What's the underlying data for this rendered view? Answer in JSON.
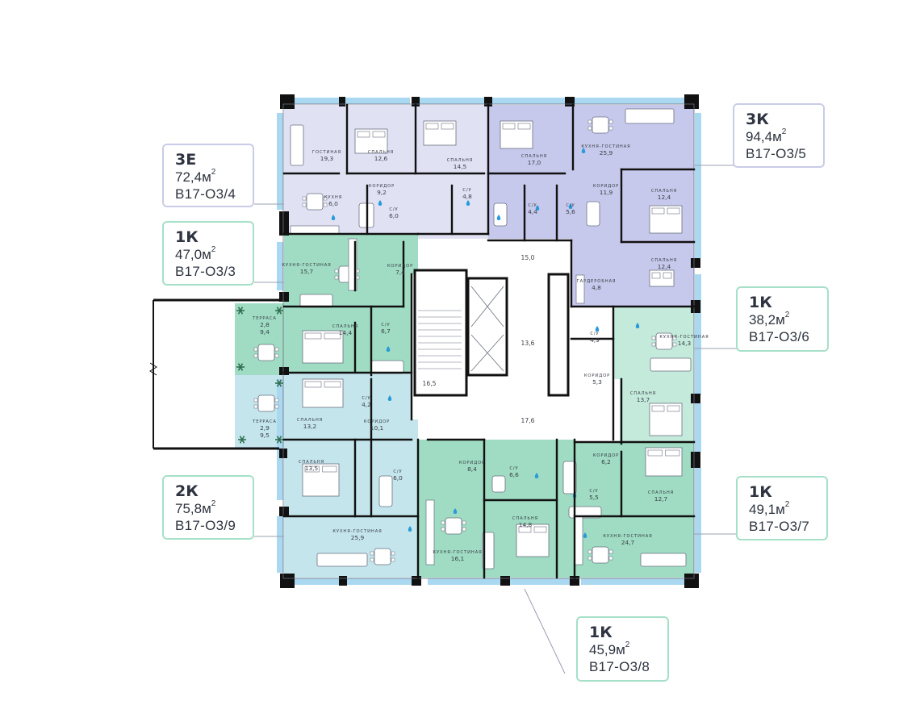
{
  "apartments": [
    {
      "id": "3e",
      "type": "3Е",
      "area": "72,4",
      "unit": "м",
      "unit_sup": "2",
      "code": "В17-О3/4",
      "color": "#e0e2f4"
    },
    {
      "id": "3k",
      "type": "3К",
      "area": "94,4",
      "unit": "м",
      "unit_sup": "2",
      "code": "В17-О3/5",
      "color": "#c7c9ec"
    },
    {
      "id": "1k-3",
      "type": "1К",
      "area": "47,0",
      "unit": "м",
      "unit_sup": "2",
      "code": "В17-О3/3",
      "color": "#9fdcc3"
    },
    {
      "id": "1k-6",
      "type": "1К",
      "area": "38,2",
      "unit": "м",
      "unit_sup": "2",
      "code": "В17-О3/6",
      "color": "#c3eadb"
    },
    {
      "id": "2k",
      "type": "2К",
      "area": "75,8",
      "unit": "м",
      "unit_sup": "2",
      "code": "В17-О3/9",
      "color": "#c4e5ec"
    },
    {
      "id": "1k-7",
      "type": "1К",
      "area": "49,1",
      "unit": "м",
      "unit_sup": "2",
      "code": "В17-О3/7",
      "color": "#9fdcc3"
    },
    {
      "id": "1k-8",
      "type": "1К",
      "area": "45,9",
      "unit": "м",
      "unit_sup": "2",
      "code": "В17-О3/8",
      "color": "#9fdcc3"
    }
  ],
  "rooms": [
    {
      "name": "ГОСТИНАЯ",
      "area": "19,3"
    },
    {
      "name": "СПАЛЬНЯ",
      "area": "12,6"
    },
    {
      "name": "СПАЛЬНЯ",
      "area": "14,5"
    },
    {
      "name": "КОРИДОР",
      "area": "9,2"
    },
    {
      "name": "С/У",
      "area": "4,8"
    },
    {
      "name": "С/У",
      "area": "6,0"
    },
    {
      "name": "КУХНЯ",
      "area": "6,0"
    },
    {
      "name": "СПАЛЬНЯ",
      "area": "17,0"
    },
    {
      "name": "КУХНЯ-ГОСТИНАЯ",
      "area": "25,9"
    },
    {
      "name": "КОРИДОР",
      "area": "11,9"
    },
    {
      "name": "С/У",
      "area": "4,4"
    },
    {
      "name": "С/У",
      "area": "5,6"
    },
    {
      "name": "СПАЛЬНЯ",
      "area": "12,4"
    },
    {
      "name": "СПАЛЬНЯ",
      "area": "12,4"
    },
    {
      "name": "ГАРДЕРОБНАЯ",
      "area": "4,8"
    },
    {
      "name": "КУХНЯ-ГОСТИНАЯ",
      "area": "15,7"
    },
    {
      "name": "КОРИДОР",
      "area": "7,4"
    },
    {
      "name": "СПАЛЬНЯ",
      "area": "14,4"
    },
    {
      "name": "С/У",
      "area": "6,7"
    },
    {
      "name": "ТЕРРАСА",
      "area": "2,8",
      "area2": "9,4"
    },
    {
      "name": "ТЕРРАСА",
      "area": "2,9",
      "area2": "9,5"
    },
    {
      "name": "С/У",
      "area": "4,2"
    },
    {
      "name": "СПАЛЬНЯ",
      "area": "13,2"
    },
    {
      "name": "КОРИДОР",
      "area": "10,1"
    },
    {
      "name": "СПАЛЬНЯ",
      "area": "13,5"
    },
    {
      "name": "С/У",
      "area": "6,0"
    },
    {
      "name": "КУХНЯ-ГОСТИНАЯ",
      "area": "25,9"
    },
    {
      "name": "КОРИДОР",
      "area": "8,4"
    },
    {
      "name": "С/У",
      "area": "6,6"
    },
    {
      "name": "СПАЛЬНЯ",
      "area": "14,8"
    },
    {
      "name": "КУХНЯ-ГОСТИНАЯ",
      "area": "16,1"
    },
    {
      "name": "КОРИДОР",
      "area": "6,2"
    },
    {
      "name": "С/У",
      "area": "5,5"
    },
    {
      "name": "СПАЛЬНЯ",
      "area": "12,7"
    },
    {
      "name": "КУХНЯ-ГОСТИНАЯ",
      "area": "24,7"
    },
    {
      "name": "С/У",
      "area": "4,9"
    },
    {
      "name": "КУХНЯ-ГОСТИНАЯ",
      "area": "14,3"
    },
    {
      "name": "КОРИДОР",
      "area": "5,3"
    },
    {
      "name": "СПАЛЬНЯ",
      "area": "13,7"
    }
  ],
  "core_areas": [
    "15,0",
    "13,6",
    "16,5",
    "17,6"
  ],
  "colors": {
    "wall": "#111111",
    "window": "#a9d8f0",
    "core_floor": "#ffffff",
    "water_drop": "#2a9ad8",
    "card_border_purple": "#c9cce8",
    "card_border_green": "#a6e0c9",
    "leader_line": "#9aa0b0"
  },
  "icons": [
    "water-drop-icon",
    "bed-icon",
    "sofa-icon",
    "dining-table-icon",
    "bathtub-icon",
    "toilet-icon",
    "sink-icon",
    "stove-icon",
    "plant-icon",
    "wardrobe-icon"
  ]
}
